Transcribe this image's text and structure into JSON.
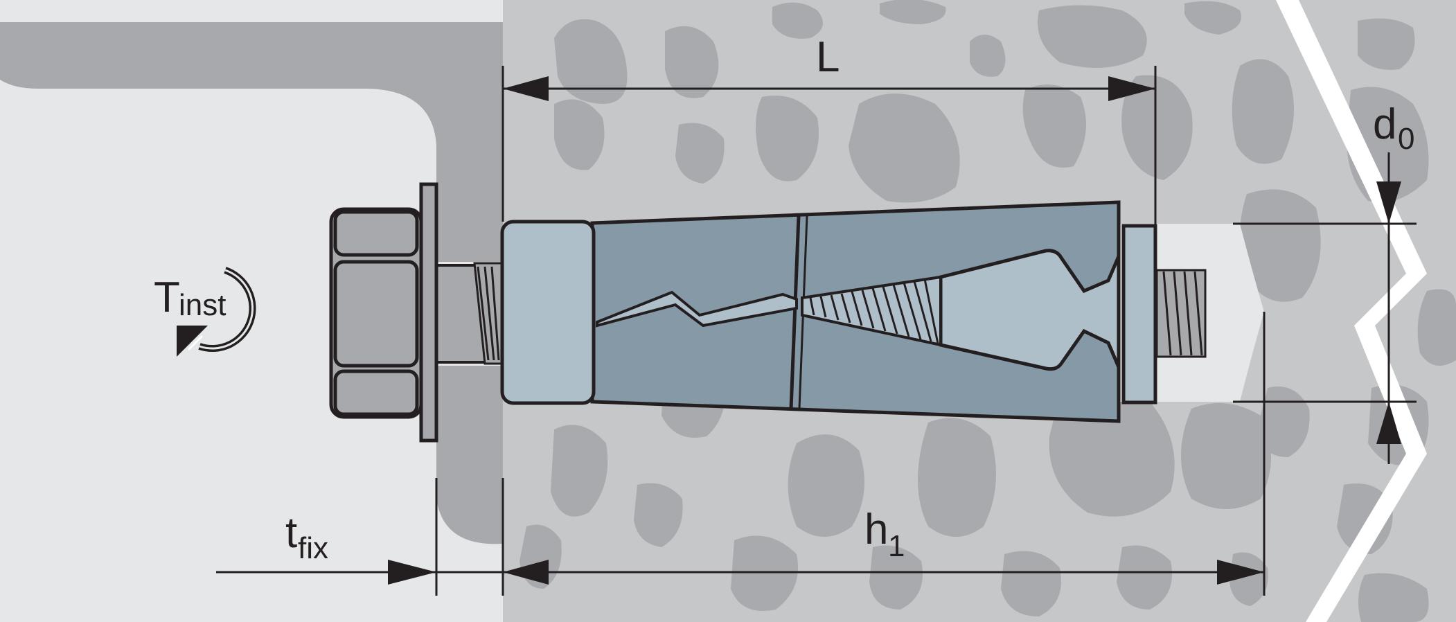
{
  "labels": {
    "length": "L",
    "torque_main": "T",
    "torque_sub": "inst",
    "fixture_main": "t",
    "fixture_sub": "fix",
    "hole_depth_main": "h",
    "hole_depth_sub": "1",
    "drill_dia_main": "d",
    "drill_dia_sub": "0"
  },
  "colors": {
    "background": "#e6e7e8",
    "fixture_plate": "#a7a9ac",
    "concrete": "#c6c7c9",
    "aggregate": "#a9aaad",
    "anchor_sleeve": "#8599a6",
    "anchor_light": "#aebfc9",
    "nut": "#a7a9ac",
    "outline": "#231f20"
  }
}
